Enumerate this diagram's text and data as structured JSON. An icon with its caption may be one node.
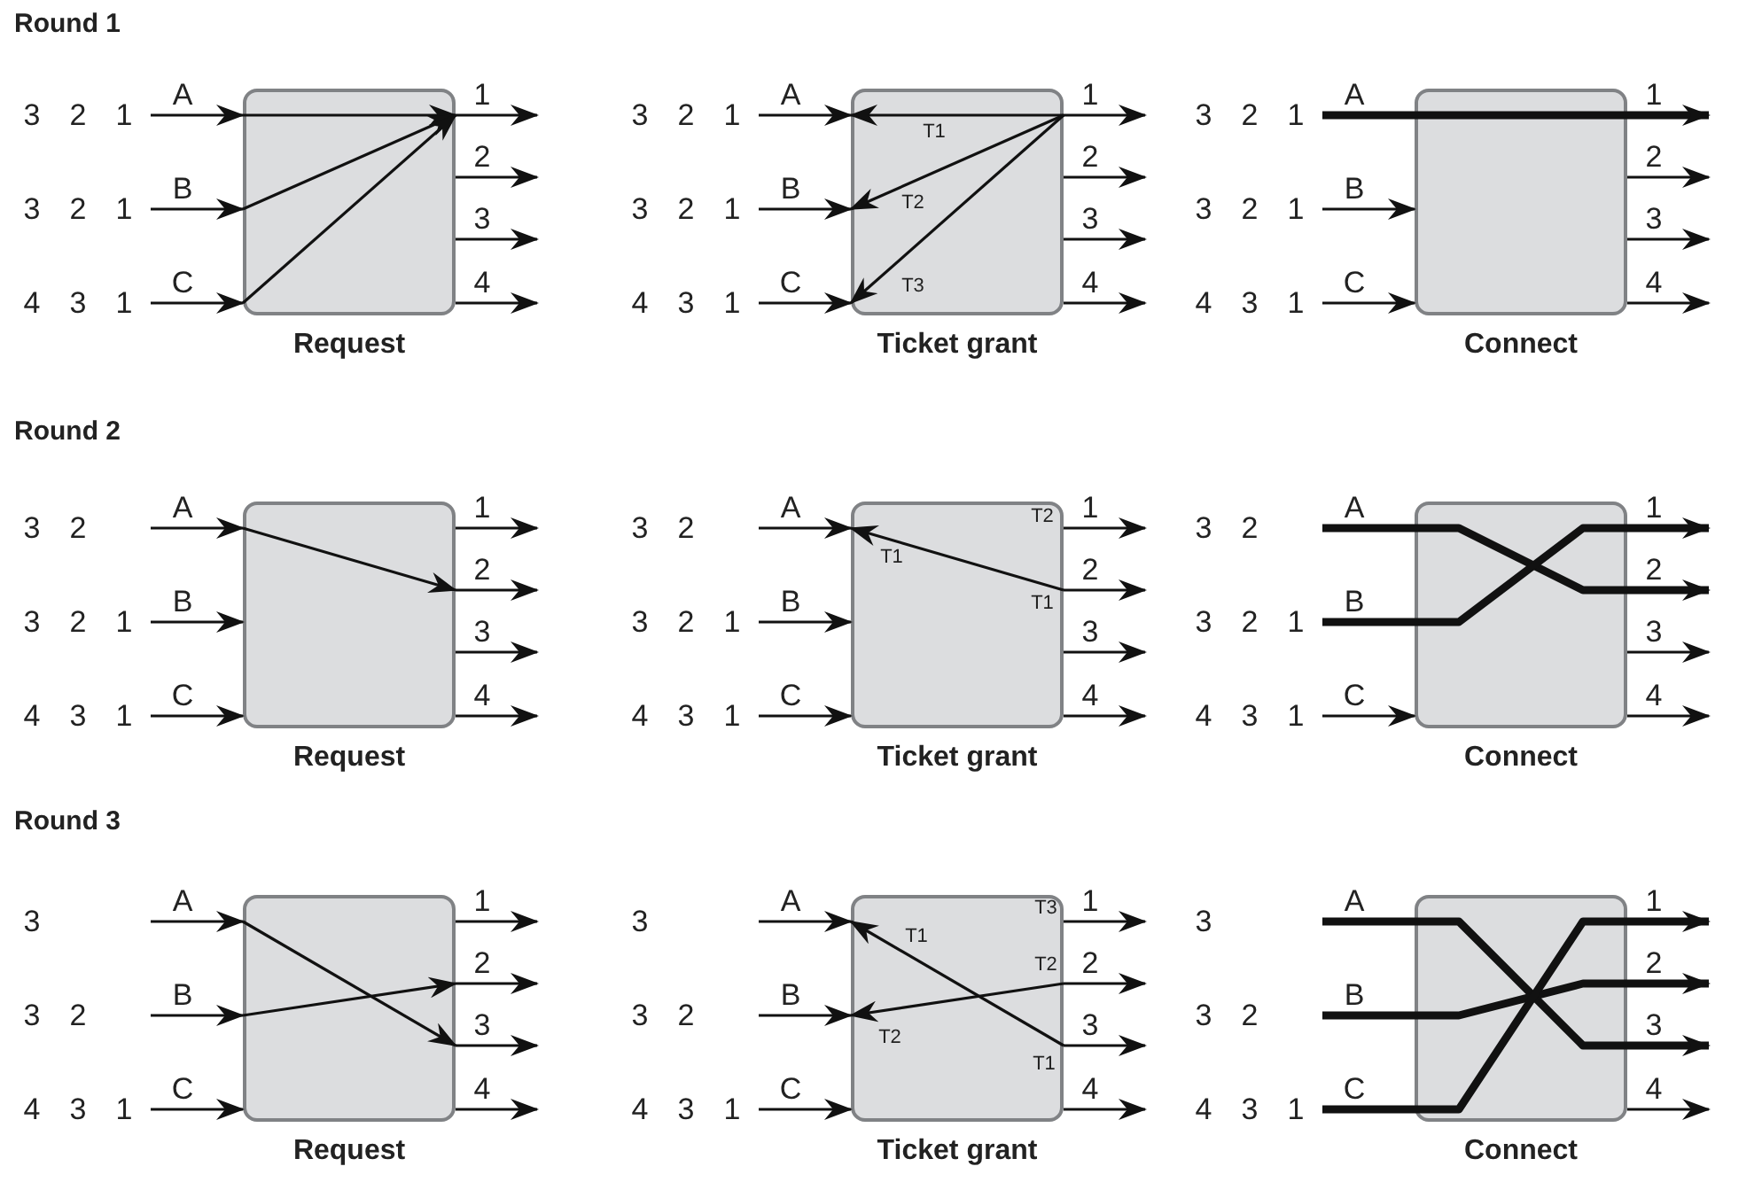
{
  "diagram": {
    "nodes": [
      {
        "text": [
          "Request"
        ]
      },
      {
        "text": [
          "Ticket grant"
        ]
      },
      {
        "text": [
          "Connect"
        ]
      },
      {
        "text": [
          "Request"
        ]
      },
      {
        "text": [
          "Ticket grant"
        ]
      },
      {
        "text": [
          "Connect"
        ]
      },
      {
        "text": [
          "Request"
        ]
      },
      {
        "text": [
          "Ticket grant"
        ]
      },
      {
        "text": [
          "Connect"
        ]
      }
    ],
    "edges": [
      {
        "from": null,
        "to": 0,
        "arrow": "to",
        "label": "A"
      },
      {
        "from": null,
        "to": 0,
        "arrow": "to",
        "label": "B"
      },
      {
        "from": null,
        "to": 0,
        "arrow": "to",
        "label": "C"
      },
      {
        "from": 0,
        "to": null,
        "arrow": "to",
        "label": "1"
      },
      {
        "from": 0,
        "to": null,
        "arrow": "to",
        "label": "2"
      },
      {
        "from": 0,
        "to": null,
        "arrow": "to",
        "label": "3"
      },
      {
        "from": 0,
        "to": null,
        "arrow": "to",
        "label": "4"
      },
      {
        "from": 0,
        "to": 0,
        "arrow": "to"
      },
      {
        "from": 0,
        "to": 0,
        "arrow": "to"
      },
      {
        "from": 0,
        "to": 0,
        "arrow": "to"
      },
      {
        "from": null,
        "to": 1,
        "arrow": "to",
        "label": "A"
      },
      {
        "from": null,
        "to": 1,
        "arrow": "to",
        "label": "B"
      },
      {
        "from": null,
        "to": 1,
        "arrow": "to",
        "label": "C"
      },
      {
        "from": 1,
        "to": null,
        "arrow": "to",
        "label": "1"
      },
      {
        "from": 1,
        "to": null,
        "arrow": "to",
        "label": "2"
      },
      {
        "from": 1,
        "to": null,
        "arrow": "to",
        "label": "3"
      },
      {
        "from": 1,
        "to": null,
        "arrow": "to",
        "label": "4"
      },
      {
        "from": 1,
        "to": 1,
        "arrow": "to"
      },
      {
        "from": 1,
        "to": 1,
        "arrow": "to"
      },
      {
        "from": 1,
        "to": 1,
        "arrow": "to"
      },
      {
        "from": null,
        "to": 2,
        "arrow": "none",
        "label": "A",
        "style": "thick"
      },
      {
        "from": null,
        "to": 2,
        "arrow": "to",
        "label": "B"
      },
      {
        "from": null,
        "to": 2,
        "arrow": "to",
        "label": "C"
      },
      {
        "from": 2,
        "to": null,
        "arrow": "to",
        "label": "1",
        "style": "thick"
      },
      {
        "from": 2,
        "to": null,
        "arrow": "to",
        "label": "2"
      },
      {
        "from": 2,
        "to": null,
        "arrow": "to",
        "label": "3"
      },
      {
        "from": 2,
        "to": null,
        "arrow": "to",
        "label": "4"
      },
      {
        "from": 2,
        "to": 2,
        "arrow": "none",
        "style": "thick"
      },
      {
        "from": null,
        "to": 3,
        "arrow": "to",
        "label": "A"
      },
      {
        "from": null,
        "to": 3,
        "arrow": "to",
        "label": "B"
      },
      {
        "from": null,
        "to": 3,
        "arrow": "to",
        "label": "C"
      },
      {
        "from": 3,
        "to": null,
        "arrow": "to",
        "label": "1"
      },
      {
        "from": 3,
        "to": null,
        "arrow": "to",
        "label": "2"
      },
      {
        "from": 3,
        "to": null,
        "arrow": "to",
        "label": "3"
      },
      {
        "from": 3,
        "to": null,
        "arrow": "to",
        "label": "4"
      },
      {
        "from": 3,
        "to": 3,
        "arrow": "to"
      },
      {
        "from": null,
        "to": 4,
        "arrow": "to",
        "label": "A"
      },
      {
        "from": null,
        "to": 4,
        "arrow": "to",
        "label": "B"
      },
      {
        "from": null,
        "to": 4,
        "arrow": "to",
        "label": "C"
      },
      {
        "from": 4,
        "to": null,
        "arrow": "to",
        "label": "1"
      },
      {
        "from": 4,
        "to": null,
        "arrow": "to",
        "label": "2"
      },
      {
        "from": 4,
        "to": null,
        "arrow": "to",
        "label": "3"
      },
      {
        "from": 4,
        "to": null,
        "arrow": "to",
        "label": "4"
      },
      {
        "from": 4,
        "to": 4,
        "arrow": "to"
      },
      {
        "from": null,
        "to": 5,
        "arrow": "none",
        "label": "A",
        "style": "thick"
      },
      {
        "from": null,
        "to": 5,
        "arrow": "none",
        "label": "B",
        "style": "thick"
      },
      {
        "from": null,
        "to": 5,
        "arrow": "to",
        "label": "C"
      },
      {
        "from": 5,
        "to": null,
        "arrow": "to",
        "label": "1",
        "style": "thick"
      },
      {
        "from": 5,
        "to": null,
        "arrow": "to",
        "label": "2",
        "style": "thick"
      },
      {
        "from": 5,
        "to": null,
        "arrow": "to",
        "label": "3"
      },
      {
        "from": 5,
        "to": null,
        "arrow": "to",
        "label": "4"
      },
      {
        "from": 5,
        "to": 5,
        "arrow": "none",
        "style": "thick"
      },
      {
        "from": 5,
        "to": 5,
        "arrow": "none",
        "style": "thick"
      },
      {
        "from": null,
        "to": 6,
        "arrow": "to",
        "label": "A"
      },
      {
        "from": null,
        "to": 6,
        "arrow": "to",
        "label": "B"
      },
      {
        "from": null,
        "to": 6,
        "arrow": "to",
        "label": "C"
      },
      {
        "from": 6,
        "to": null,
        "arrow": "to",
        "label": "1"
      },
      {
        "from": 6,
        "to": null,
        "arrow": "to",
        "label": "2"
      },
      {
        "from": 6,
        "to": null,
        "arrow": "to",
        "label": "3"
      },
      {
        "from": 6,
        "to": null,
        "arrow": "to",
        "label": "4"
      },
      {
        "from": 6,
        "to": 6,
        "arrow": "to"
      },
      {
        "from": 6,
        "to": 6,
        "arrow": "to"
      },
      {
        "from": null,
        "to": 7,
        "arrow": "to",
        "label": "A"
      },
      {
        "from": null,
        "to": 7,
        "arrow": "to",
        "label": "B"
      },
      {
        "from": null,
        "to": 7,
        "arrow": "to",
        "label": "C"
      },
      {
        "from": 7,
        "to": null,
        "arrow": "to",
        "label": "1"
      },
      {
        "from": 7,
        "to": null,
        "arrow": "to",
        "label": "2"
      },
      {
        "from": 7,
        "to": null,
        "arrow": "to",
        "label": "3"
      },
      {
        "from": 7,
        "to": null,
        "arrow": "to",
        "label": "4"
      },
      {
        "from": 7,
        "to": 7,
        "arrow": "to"
      },
      {
        "from": 7,
        "to": 7,
        "arrow": "to"
      },
      {
        "from": null,
        "to": 8,
        "arrow": "none",
        "label": "A",
        "style": "thick"
      },
      {
        "from": null,
        "to": 8,
        "arrow": "none",
        "label": "B",
        "style": "thick"
      },
      {
        "from": null,
        "to": 8,
        "arrow": "none",
        "label": "C",
        "style": "thick"
      },
      {
        "from": 8,
        "to": null,
        "arrow": "to",
        "label": "1",
        "style": "thick"
      },
      {
        "from": 8,
        "to": null,
        "arrow": "to",
        "label": "2",
        "style": "thick"
      },
      {
        "from": 8,
        "to": null,
        "arrow": "to",
        "label": "3",
        "style": "thick"
      },
      {
        "from": 8,
        "to": null,
        "arrow": "to",
        "label": "4"
      },
      {
        "from": 8,
        "to": 8,
        "arrow": "none",
        "style": "thick"
      },
      {
        "from": 8,
        "to": 8,
        "arrow": "none",
        "style": "thick"
      },
      {
        "from": 8,
        "to": 8,
        "arrow": "none",
        "style": "thick"
      }
    ],
    "labels": [
      "Round 1",
      "3",
      "2",
      "1",
      "3",
      "2",
      "1",
      "4",
      "3",
      "1",
      "3",
      "2",
      "1",
      "3",
      "2",
      "1",
      "4",
      "3",
      "1",
      "T1",
      "T2",
      "T3",
      "3",
      "2",
      "1",
      "3",
      "2",
      "1",
      "4",
      "3",
      "1",
      "Round 2",
      "3",
      "2",
      "3",
      "2",
      "1",
      "4",
      "3",
      "1",
      "3",
      "2",
      "3",
      "2",
      "1",
      "4",
      "3",
      "1",
      "T2",
      "T1",
      "T1",
      "3",
      "2",
      "3",
      "2",
      "1",
      "4",
      "3",
      "1",
      "Round 3",
      "3",
      "3",
      "2",
      "4",
      "3",
      "1",
      "3",
      "3",
      "2",
      "4",
      "3",
      "1",
      "T3",
      "T1",
      "T2",
      "T2",
      "T1",
      "3",
      "3",
      "2",
      "4",
      "3",
      "1"
    ]
  }
}
